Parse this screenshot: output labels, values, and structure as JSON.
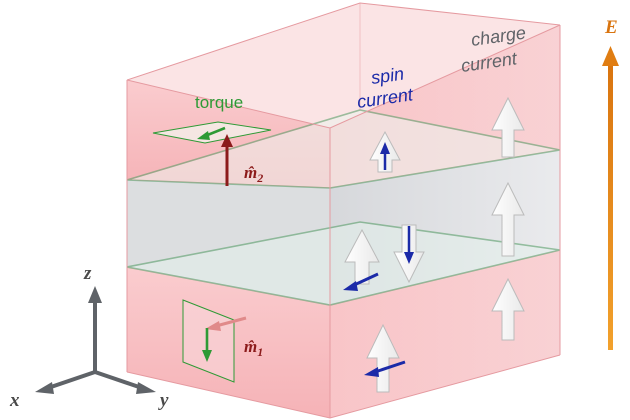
{
  "labels": {
    "torque": "torque",
    "spin_line1": "spin",
    "spin_line2": "current",
    "charge_line1": "charge",
    "charge_line2": "current",
    "m2_symbol": "m̂",
    "m2_sub": "2",
    "m1_symbol": "m̂",
    "m1_sub": "1",
    "axis_x": "x",
    "axis_y": "y",
    "axis_z": "z",
    "field_E": "E"
  },
  "colors": {
    "magnet_fill": "#f7b4b8",
    "magnet_side": "#f5a3a8",
    "spacer_fill": "#d9dadd",
    "interface_green": "#4f9a61",
    "torque_green": "#2e9a35",
    "spin_blue": "#1b2aa8",
    "moment_red": "#8c1b1b",
    "field_orange": "#e58a19",
    "axis_grey": "#5f6368"
  }
}
